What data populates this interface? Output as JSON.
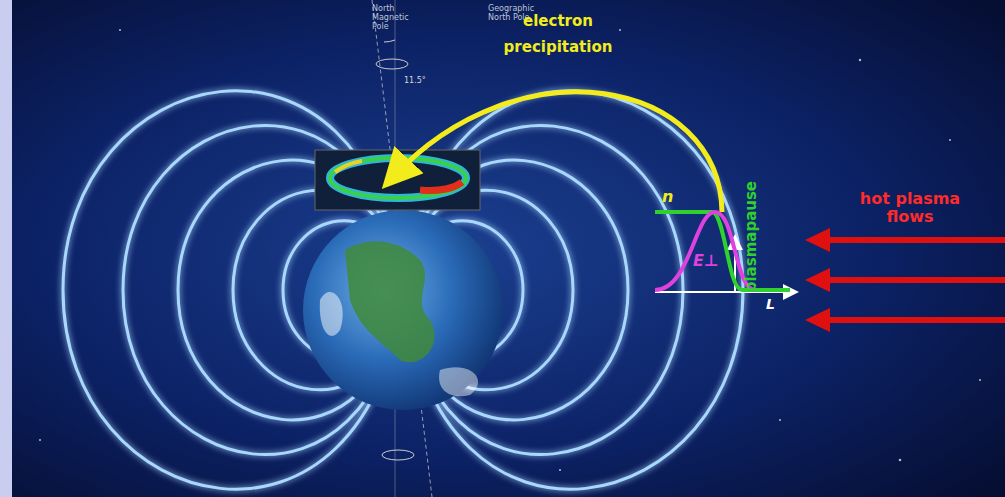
{
  "diagram": {
    "labels": [
      "North Magnetic Pole",
      "Geographic North Pole",
      "11.5°",
      "electron precipitation",
      "n",
      "E⊥",
      "plasmapause",
      "L",
      "hot plasma flows"
    ]
  }
}
